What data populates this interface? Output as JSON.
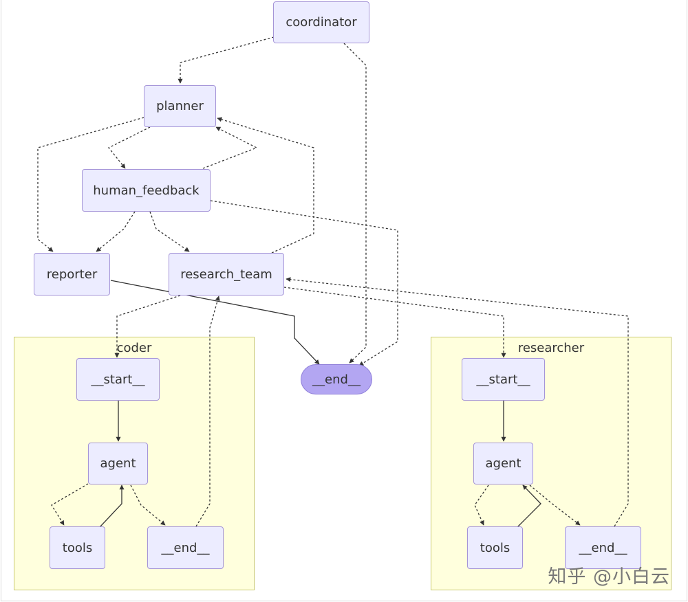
{
  "nodes": {
    "coordinator": "coordinator",
    "planner": "planner",
    "human_feedback": "human_feedback",
    "reporter": "reporter",
    "research_team": "research_team",
    "end": "__end__",
    "coder_start": "__start__",
    "coder_agent": "agent",
    "coder_tools": "tools",
    "coder_end": "__end__",
    "researcher_start": "__start__",
    "researcher_agent": "agent",
    "researcher_tools": "tools",
    "researcher_end": "__end__"
  },
  "clusters": {
    "coder": "coder",
    "researcher": "researcher"
  },
  "watermark": "知乎 @小白云",
  "colors": {
    "node_fill": "#ececff",
    "node_border": "#a595d8",
    "terminal_fill": "#b3a6f2",
    "cluster_fill": "#ffffdd",
    "cluster_border": "#c8c870",
    "edge": "#333333"
  }
}
